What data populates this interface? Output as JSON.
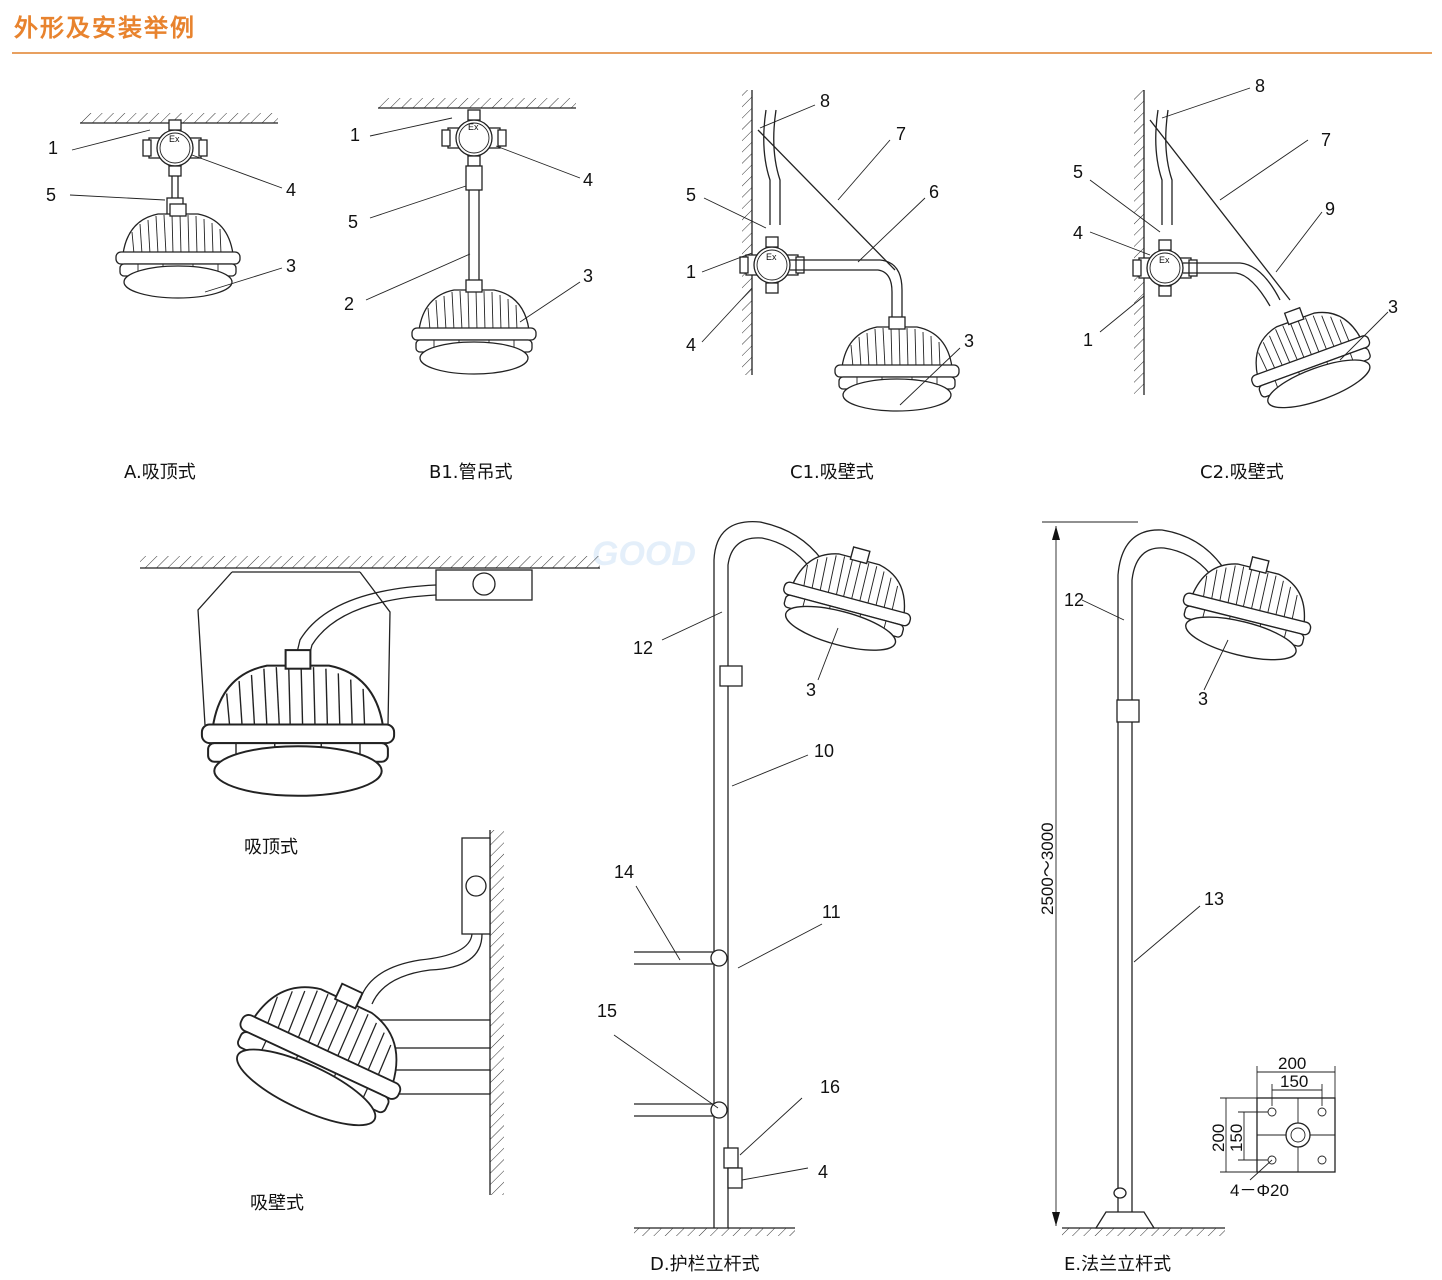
{
  "header": {
    "title": "外形及安装举例"
  },
  "watermark": "GOOD",
  "captions": {
    "a": "A.吸顶式",
    "b1": "B1.管吊式",
    "c1": "C1.吸壁式",
    "c2": "C2.吸壁式",
    "ceiling": "吸顶式",
    "wall": "吸壁式",
    "d": "D.护栏立杆式",
    "e": "E.法兰立杆式"
  },
  "box_mark": "Ex",
  "labels": {
    "a": [
      "1",
      "5",
      "4",
      "3"
    ],
    "b1": [
      "1",
      "5",
      "2",
      "4",
      "3"
    ],
    "c1": [
      "8",
      "7",
      "6",
      "5",
      "1",
      "4",
      "3"
    ],
    "c2": [
      "8",
      "7",
      "5",
      "4",
      "9",
      "1",
      "3"
    ],
    "d": [
      "12",
      "3",
      "10",
      "14",
      "11",
      "15",
      "16",
      "4"
    ],
    "e": [
      "12",
      "3",
      "13"
    ]
  },
  "dimensions": {
    "height_range": "2500～3000",
    "flange_outer_w": "200",
    "flange_inner_w": "150",
    "flange_outer_h": "200",
    "flange_inner_h": "150",
    "holes": "4－Φ20"
  },
  "colors": {
    "title": "#e8832e",
    "rule": "#e8a060",
    "line": "#222222"
  }
}
